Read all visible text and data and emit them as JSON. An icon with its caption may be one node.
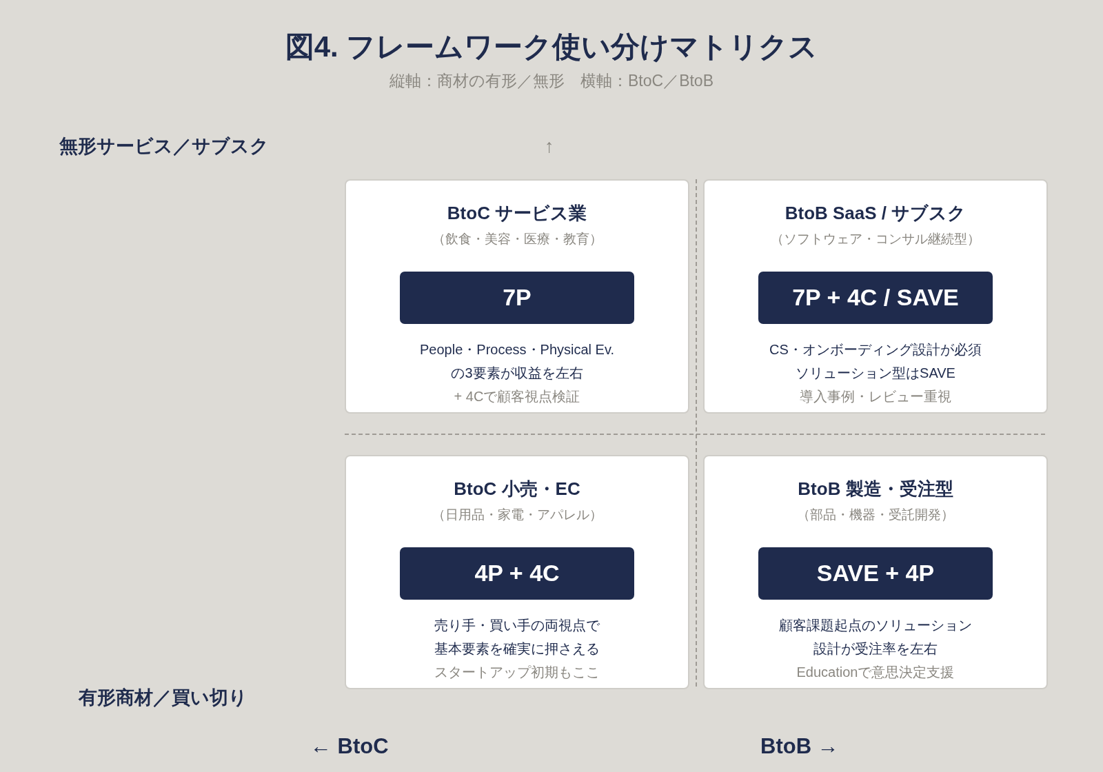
{
  "diagram": {
    "title": "図4. フレームワーク使い分けマトリクス",
    "nodes": [
      {
        "text": [
          "BtoC サービス業",
          "（飲食・美容・医療・教育）",
          "People・Process・Physical Ev.",
          "の3要素が収益を左右",
          "+ 4Cで顧客視点検証"
        ]
      },
      {
        "text": [
          "7P"
        ],
        "in": 0
      },
      {
        "text": [
          "BtoB SaaS / サブスク",
          "（ソフトウェア・コンサル継続型）",
          "CS・オンボーディング設計が必須",
          "ソリューション型はSAVE",
          "導入事例・レビュー重視"
        ]
      },
      {
        "text": [
          "7P + 4C / SAVE"
        ],
        "in": 2
      },
      {
        "text": [
          "BtoC 小売・EC",
          "（日用品・家電・アパレル）",
          "売り手・買い手の両視点で",
          "基本要素を確実に押さえる",
          "スタートアップ初期もここ"
        ]
      },
      {
        "text": [
          "4P + 4C"
        ],
        "in": 4
      },
      {
        "text": [
          "BtoB 製造・受注型",
          "（部品・機器・受託開発）",
          "顧客課題起点のソリューション",
          "設計が受注率を左右",
          "Educationで意思決定支援"
        ]
      },
      {
        "text": [
          "SAVE + 4P"
        ],
        "in": 6
      }
    ],
    "edges": [],
    "labels": [
      "縦軸：商材の有形／無形　横軸：BtoC／BtoB",
      "無形サービス／サブスク",
      "↑",
      "有形商材／買い切り",
      "← BtoC",
      "BtoB →"
    ]
  }
}
